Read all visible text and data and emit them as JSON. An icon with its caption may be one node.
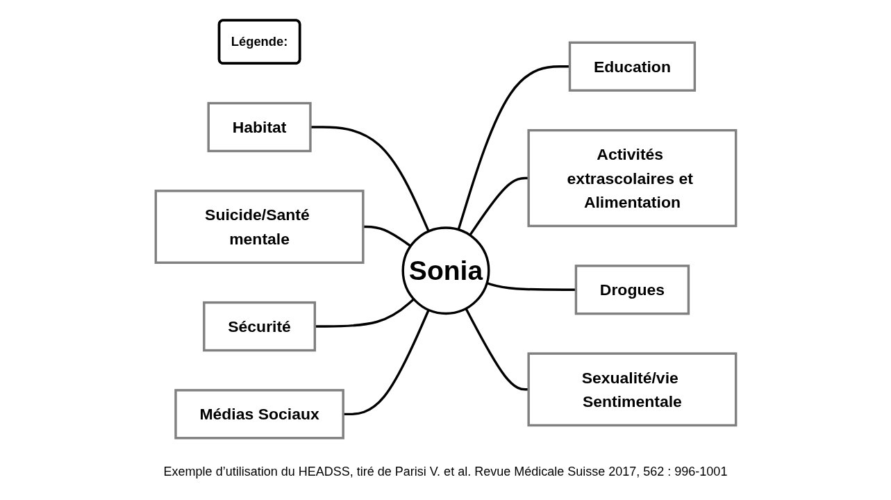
{
  "diagram": {
    "caption": "Exemple d’utilisation du HEADSS, tiré de Parisi V. et al. Revue Médicale Suisse 2017, 562 : 996-1001",
    "nodes": [
      {
        "text": [
          "Légende:"
        ]
      },
      {
        "text": [
          "Education"
        ]
      },
      {
        "text": [
          "Habitat"
        ]
      },
      {
        "text": [
          "Activités extrascolaires et Alimentation"
        ]
      },
      {
        "text": [
          "Suicide/Santé mentale"
        ]
      },
      {
        "text": [
          "Sonia"
        ]
      },
      {
        "text": [
          "Drogues"
        ]
      },
      {
        "text": [
          "Sécurité"
        ]
      },
      {
        "text": [
          "Sexualité/vie Sentimentale"
        ]
      },
      {
        "text": [
          "Médias Sociaux"
        ]
      }
    ],
    "edges": [
      {
        "from": 2,
        "to": 5,
        "arrow": "none"
      },
      {
        "from": 4,
        "to": 5,
        "arrow": "none"
      },
      {
        "from": 7,
        "to": 5,
        "arrow": "none"
      },
      {
        "from": 9,
        "to": 5,
        "arrow": "none"
      },
      {
        "from": 5,
        "to": 1,
        "arrow": "none"
      },
      {
        "from": 5,
        "to": 3,
        "arrow": "none"
      },
      {
        "from": 5,
        "to": 6,
        "arrow": "none"
      },
      {
        "from": 5,
        "to": 8,
        "arrow": "none"
      }
    ]
  }
}
